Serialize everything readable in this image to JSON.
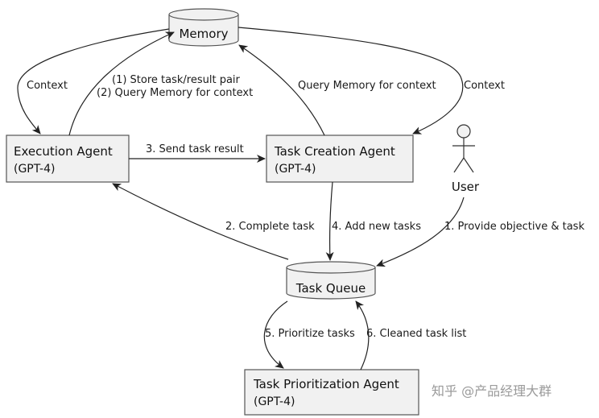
{
  "nodes": {
    "memory": {
      "label": "Memory"
    },
    "execution_agent": {
      "title": "Execution Agent",
      "subtitle": "(GPT-4)"
    },
    "task_creation_agent": {
      "title": "Task Creation Agent",
      "subtitle": "(GPT-4)"
    },
    "user": {
      "label": "User"
    },
    "task_queue": {
      "label": "Task Queue"
    },
    "task_prioritization_agent": {
      "title": "Task Prioritization Agent",
      "subtitle": "(GPT-4)"
    }
  },
  "edges": {
    "context_left": "Context",
    "store_task_result": "(1) Store task/result pair",
    "query_memory_left": "(2) Query Memory for context",
    "query_memory_right": "Query Memory for context",
    "context_right": "Context",
    "send_task_result": "3. Send task result",
    "complete_task": "2. Complete task",
    "add_new_tasks": "4. Add new tasks",
    "provide_objective": "1. Provide objective & task",
    "prioritize_tasks": "5. Prioritize tasks",
    "cleaned_task_list": "6. Cleaned task list"
  },
  "watermark": "知乎 @产品经理大群",
  "colors": {
    "box_fill": "#f1f1f1",
    "box_stroke": "#555555",
    "arrow": "#222222",
    "actor_fill": "#f2f2f2"
  }
}
